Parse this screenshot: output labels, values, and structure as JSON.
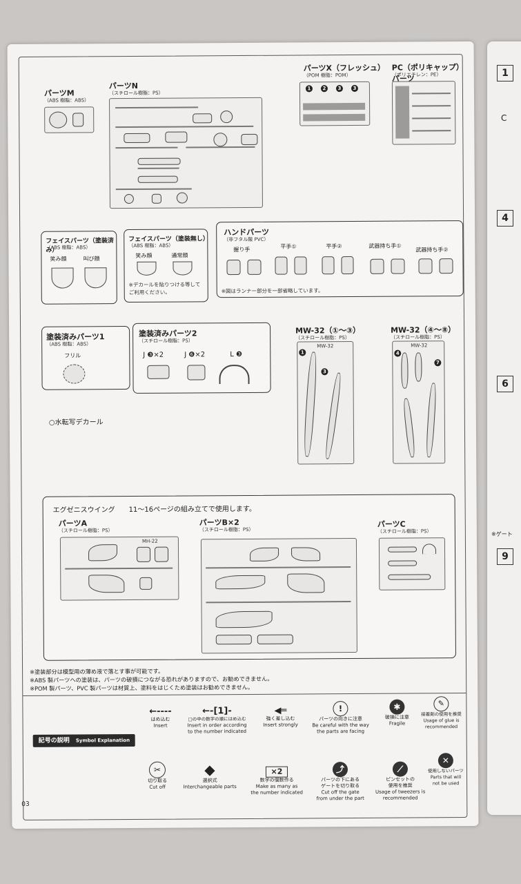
{
  "parts_m": {
    "title": "パーツM",
    "material": "（ABS 樹脂：ABS）"
  },
  "parts_n": {
    "title": "パーツN",
    "material": "（スチロール樹脂：PS）"
  },
  "parts_x": {
    "title": "パーツX（フレッシュ）",
    "material": "（POM 樹脂：POM）"
  },
  "parts_pc": {
    "title": "PC（ポリキャップ）パーツ",
    "material": "（ポリエチレン：PE）"
  },
  "face_painted": {
    "title": "フェイスパーツ（塗装済み）",
    "material": "（ABS 樹脂：ABS）",
    "labels": [
      "笑み顔",
      "叫び顔"
    ]
  },
  "face_unpainted": {
    "title": "フェイスパーツ（塗装無し）",
    "material": "（ABS 樹脂：ABS）",
    "labels": [
      "笑み顔",
      "通常顔"
    ],
    "note": "※デカールを貼りつける等して\nご利用ください。"
  },
  "hand_parts": {
    "title": "ハンドパーツ",
    "material": "（非フタル酸 PVC）",
    "labels": [
      "握り手",
      "平手①",
      "平手②",
      "武器持ち手①",
      "武器持ち手②"
    ],
    "note": "※図はランナー部分を一部省略しています。"
  },
  "painted1": {
    "title": "塗装済みパーツ1",
    "material": "（ABS 樹脂：ABS）",
    "item": "フリル"
  },
  "painted2": {
    "title": "塗装済みパーツ2",
    "material": "（スチロール樹脂：PS）",
    "items": [
      "J ❸×2",
      "J ❻×2",
      "L ❸"
    ]
  },
  "decal": "○水転写デカール",
  "mw32a": {
    "title": "MW-32（①～③）",
    "material": "（スチロール樹脂：PS）",
    "runner_label": "MW-32"
  },
  "mw32b": {
    "title": "MW-32（④～⑧）",
    "material": "（スチロール樹脂：PS）",
    "runner_label": "MW-32"
  },
  "wing": {
    "header": "エグゼニスウイング　　11～16ページの組み立てで使用します。",
    "a": {
      "title": "パーツA",
      "material": "（スチロール樹脂：PS）",
      "runner_label": "MH-22"
    },
    "b": {
      "title": "パーツB×2",
      "material": "（スチロール樹脂：PS）"
    },
    "c": {
      "title": "パーツC",
      "material": "（スチロール樹脂：PS）"
    }
  },
  "notes": [
    "※塗装部分は模型用の薄め液で落とす事が可能です。",
    "※ABS 製パーツへの塗装は、パーツの破損につながる恐れがありますので、お勧めできません。",
    "※POM 製パーツ、PVC 製パーツは材質上、塗料をはじくため塗装はお勧めできません。"
  ],
  "symbol_heading": {
    "ja": "記号の説明",
    "en": "Symbol Explanation"
  },
  "symbols_row1": [
    {
      "icon": "←----",
      "ja": "はめ込む",
      "en": "Insert"
    },
    {
      "icon": "←-[1]-",
      "ja": "□の中の数字の順にはめ込む",
      "en": "Insert in order according\nto the number indicated"
    },
    {
      "icon": "◀═",
      "ja": "強く差し込む",
      "en": "Insert strongly"
    },
    {
      "icon": "!",
      "ja": "パーツの向きに注意",
      "en": "Be careful with the way\nthe parts are facing"
    },
    {
      "icon": "✱",
      "ja": "破損に注意",
      "en": "Fragile"
    },
    {
      "icon": "✎",
      "ja": "接着剤の使用を推奨",
      "en": "Usage of glue is\nrecommended"
    }
  ],
  "symbols_row2": [
    {
      "icon": "✂",
      "ja": "切り取る",
      "en": "Cut off"
    },
    {
      "icon": "◆",
      "ja": "選択式",
      "en": "Interchangeable parts"
    },
    {
      "icon": "×2",
      "ja": "数字の個数作る",
      "en": "Make as many as\nthe number indicated"
    },
    {
      "icon": "⤴",
      "ja": "パーツの下にある\nゲートを切り取る",
      "en": "Cut off the gate\nfrom under the part"
    },
    {
      "icon": "⟋",
      "ja": "ピンセットの\n使用を推奨",
      "en": "Usage of tweezers is\nrecommended"
    },
    {
      "icon": "✕",
      "ja": "使用しないパーツ",
      "en": "Parts that will\nnot be used"
    }
  ],
  "page_number": "03",
  "right_page": {
    "steps": [
      "1",
      "4",
      "6",
      "9"
    ],
    "note": "※ゲート",
    "callout": "C"
  }
}
